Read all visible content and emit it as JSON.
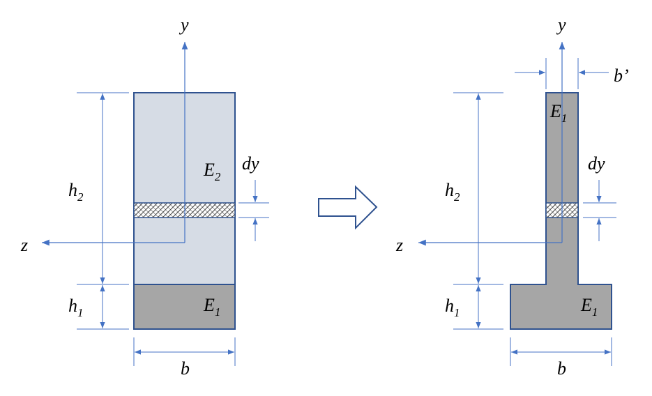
{
  "colors": {
    "accent": "#4472c4",
    "outline": "#2f528f",
    "material_e2": "#d6dce5",
    "material_e1": "#a6a6a6",
    "hatch": "#404040"
  },
  "labels": {
    "y_axis": "y",
    "z_axis": "z",
    "h2_main": "h",
    "h2_sub": "2",
    "h1_main": "h",
    "h1_sub": "1",
    "e2_main": "E",
    "e2_sub": "2",
    "e1_main": "E",
    "e1_sub": "1",
    "dy": "dy",
    "b": "b",
    "b_prime": "b’"
  },
  "icons": {
    "transform_arrow": "right-arrow-outline-icon"
  }
}
